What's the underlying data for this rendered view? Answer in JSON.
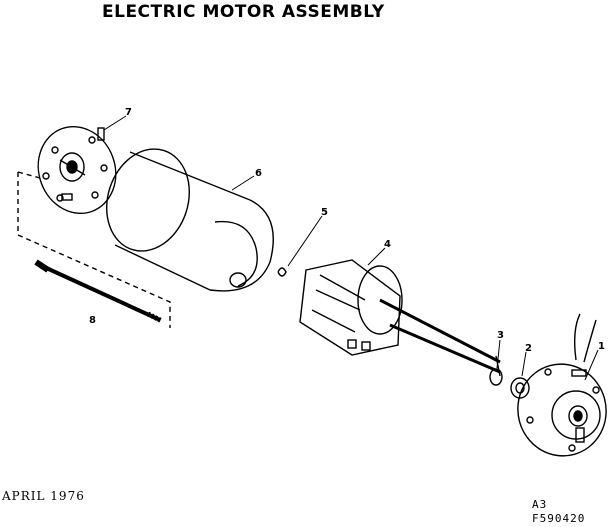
{
  "title": "ELECTRIC MOTOR ASSEMBLY",
  "date": "APRIL 1976",
  "code_line1": "A3",
  "code_line2": "F590420",
  "callouts": {
    "c1": "1",
    "c2": "2",
    "c3": "3",
    "c4": "4",
    "c5": "5",
    "c6": "6",
    "c7": "7",
    "c8": "8"
  }
}
